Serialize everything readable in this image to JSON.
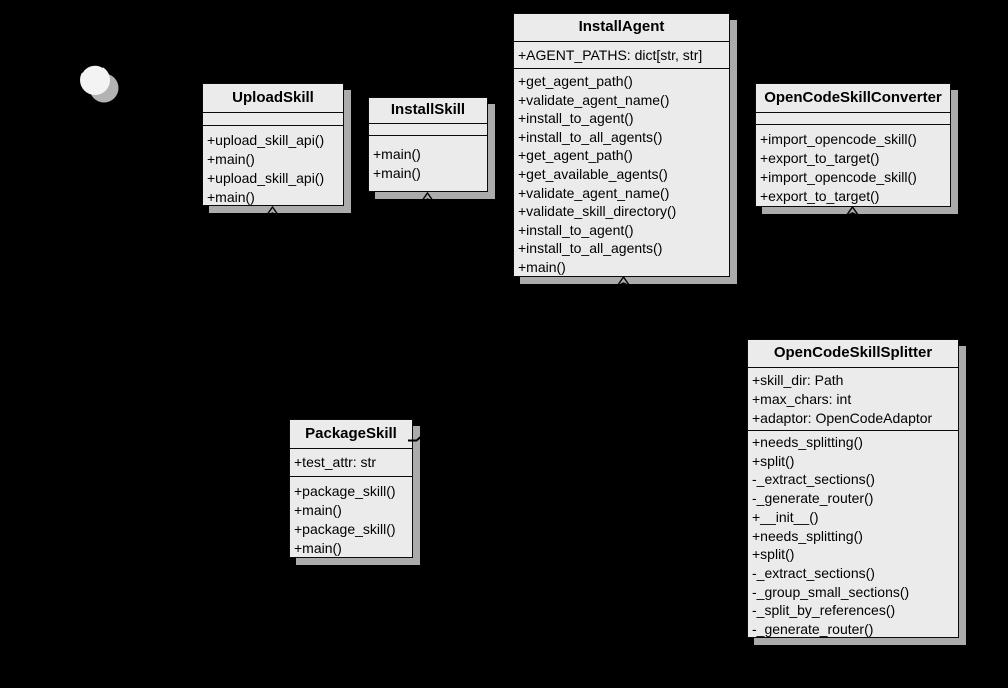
{
  "diagram": {
    "type": "uml-class-diagram",
    "colors": {
      "background": "#000000",
      "node_fill": "#ebebeb",
      "node_border": "#0a0a0a",
      "node_shadow": "#ababab",
      "text": "#000000"
    }
  },
  "classes": [
    {
      "name": "UploadSkill",
      "attributes": [],
      "methods": [
        "+upload_skill_api()",
        "+main()",
        "+upload_skill_api()",
        "+main()"
      ]
    },
    {
      "name": "InstallSkill",
      "attributes": [],
      "methods": [
        "+main()",
        "+main()"
      ]
    },
    {
      "name": "InstallAgent",
      "attributes": [
        "+AGENT_PATHS: dict[str, str]"
      ],
      "methods": [
        "+get_agent_path()",
        "+validate_agent_name()",
        "+install_to_agent()",
        "+install_to_all_agents()",
        "+get_agent_path()",
        "+get_available_agents()",
        "+validate_agent_name()",
        "+validate_skill_directory()",
        "+install_to_agent()",
        "+install_to_all_agents()",
        "+main()"
      ]
    },
    {
      "name": "OpenCodeSkillConverter",
      "attributes": [],
      "methods": [
        "+import_opencode_skill()",
        "+export_to_target()",
        "+import_opencode_skill()",
        "+export_to_target()"
      ]
    },
    {
      "name": "PackageSkill",
      "attributes": [
        "+test_attr: str"
      ],
      "methods": [
        "+package_skill()",
        "+main()",
        "+package_skill()",
        "+main()"
      ]
    },
    {
      "name": "OpenCodeSkillSplitter",
      "attributes": [
        "+skill_dir: Path",
        "+max_chars: int",
        "+adaptor: OpenCodeAdaptor"
      ],
      "methods": [
        "+needs_splitting()",
        "+split()",
        "-_extract_sections()",
        "-_generate_router()",
        "+__init__()",
        "+needs_splitting()",
        "+split()",
        "-_extract_sections()",
        "-_group_small_sections()",
        "-_split_by_references()",
        "-_generate_router()"
      ]
    }
  ],
  "extra_nodes": [
    {
      "id": "circle-node",
      "shape": "circle",
      "label": ""
    }
  ]
}
